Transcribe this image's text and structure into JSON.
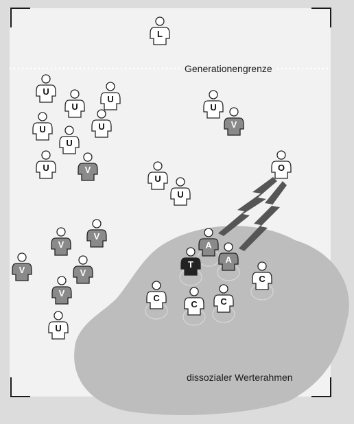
{
  "labels": {
    "generation_boundary": "Generationengrenze",
    "frame": "dissozialer Werterahmen"
  },
  "colors": {
    "background": "#dcdcdc",
    "panel": "#f2f2f2",
    "blob": "#bdbdbd",
    "figure_light": "#ffffff",
    "figure_mid": "#8a8a8a",
    "figure_dark": "#222222",
    "lightning": "#555555",
    "stroke": "#222222"
  },
  "figure_letters": {
    "L": "L",
    "U": "U",
    "V": "V",
    "O": "O",
    "A": "A",
    "T": "T",
    "C": "C"
  }
}
